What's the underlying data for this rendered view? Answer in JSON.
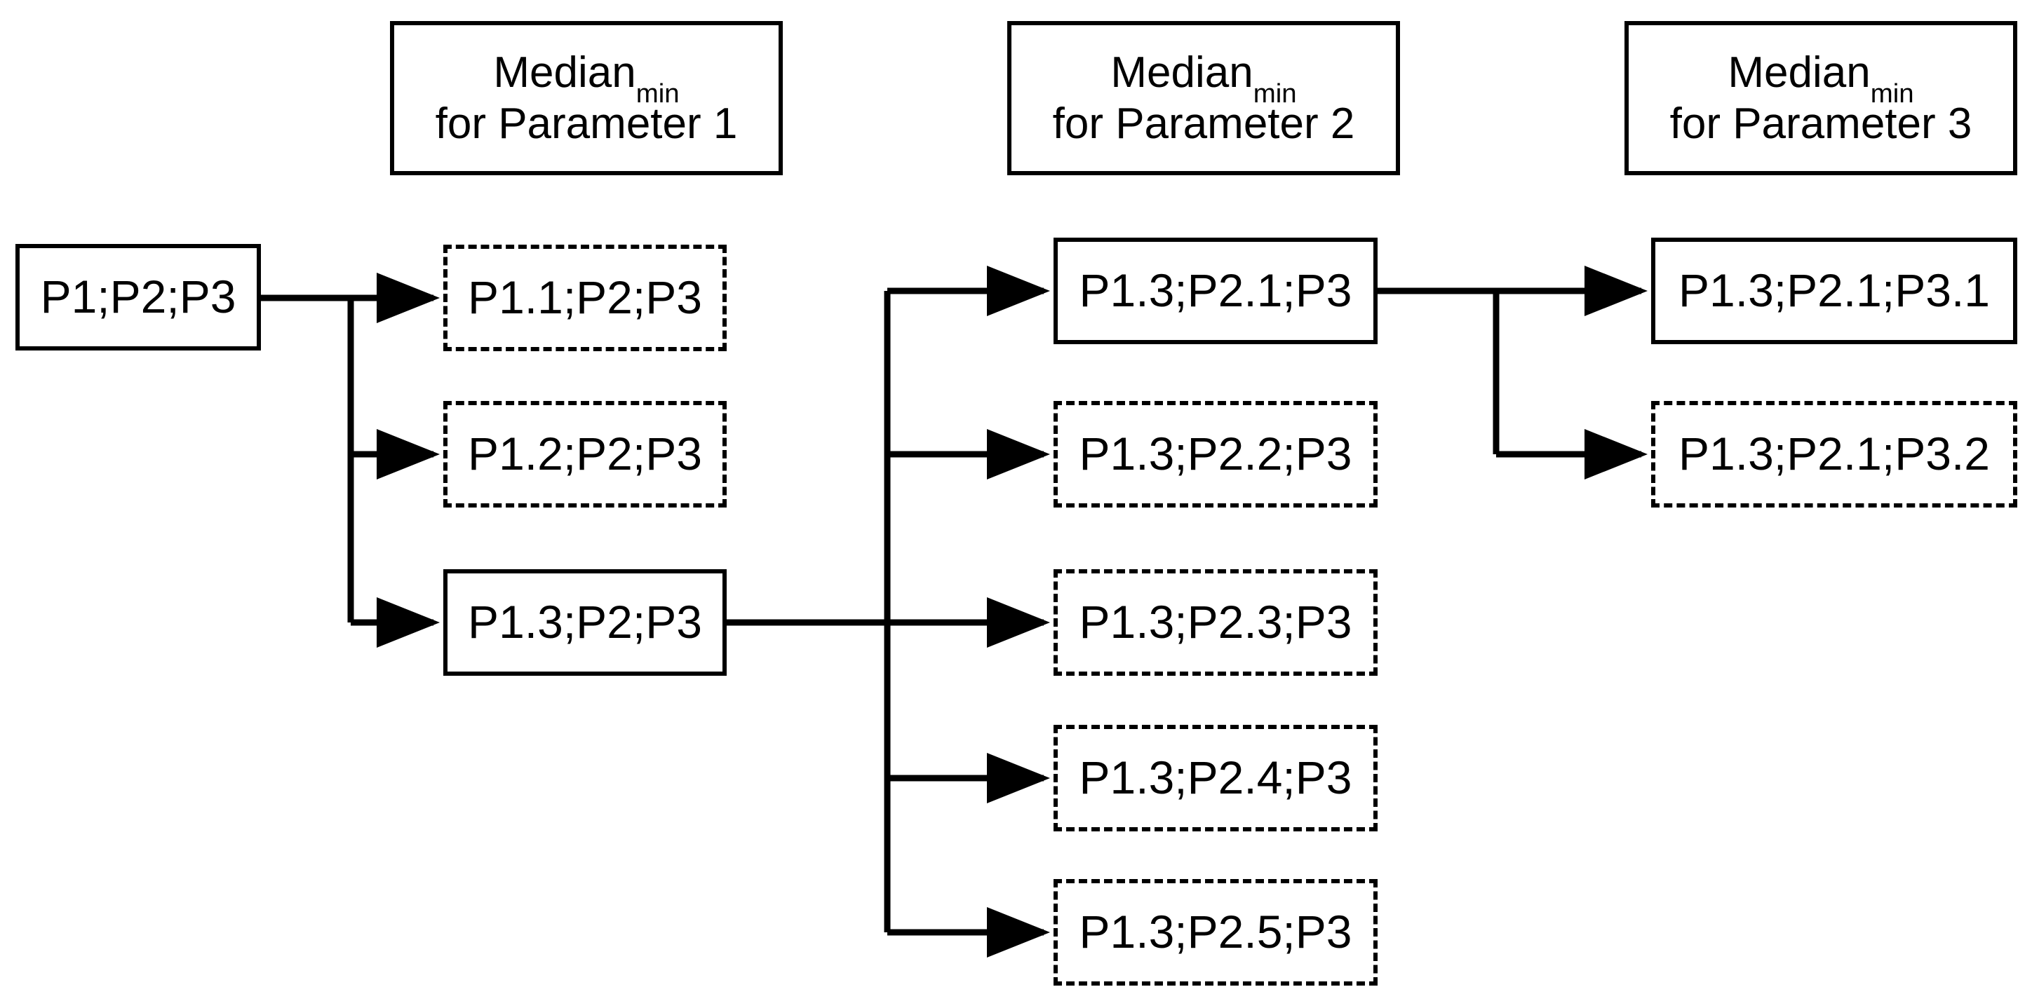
{
  "diagram": {
    "title_hidden": "",
    "style": {
      "line_color": "#000000",
      "box_fill": "#ffffff",
      "selected_border": "solid",
      "candidate_border": "dashed"
    },
    "headers": [
      {
        "id": "header-parameter-1",
        "line1_main": "Median",
        "line1_sub": "min",
        "line2": "for Parameter 1"
      },
      {
        "id": "header-parameter-2",
        "line1_main": "Median",
        "line1_sub": "min",
        "line2": "for Parameter 2"
      },
      {
        "id": "header-parameter-3",
        "line1_main": "Median",
        "line1_sub": "min",
        "line2": "for Parameter 3"
      }
    ],
    "root": {
      "id": "node-root",
      "label": "P1;P2;P3",
      "border": "solid"
    },
    "column1": [
      {
        "id": "node-p1-1",
        "label": "P1.1;P2;P3",
        "border": "dashed"
      },
      {
        "id": "node-p1-2",
        "label": "P1.2;P2;P3",
        "border": "dashed"
      },
      {
        "id": "node-p1-3",
        "label": "P1.3;P2;P3",
        "border": "solid"
      }
    ],
    "column2": [
      {
        "id": "node-p2-1",
        "label": "P1.3;P2.1;P3",
        "border": "solid"
      },
      {
        "id": "node-p2-2",
        "label": "P1.3;P2.2;P3",
        "border": "dashed"
      },
      {
        "id": "node-p2-3",
        "label": "P1.3;P2.3;P3",
        "border": "dashed"
      },
      {
        "id": "node-p2-4",
        "label": "P1.3;P2.4;P3",
        "border": "dashed"
      },
      {
        "id": "node-p2-5",
        "label": "P1.3;P2.5;P3",
        "border": "dashed"
      }
    ],
    "column3": [
      {
        "id": "node-p3-1",
        "label": "P1.3;P2.1;P3.1",
        "border": "solid"
      },
      {
        "id": "node-p3-2",
        "label": "P1.3;P2.1;P3.2",
        "border": "dashed"
      }
    ]
  }
}
